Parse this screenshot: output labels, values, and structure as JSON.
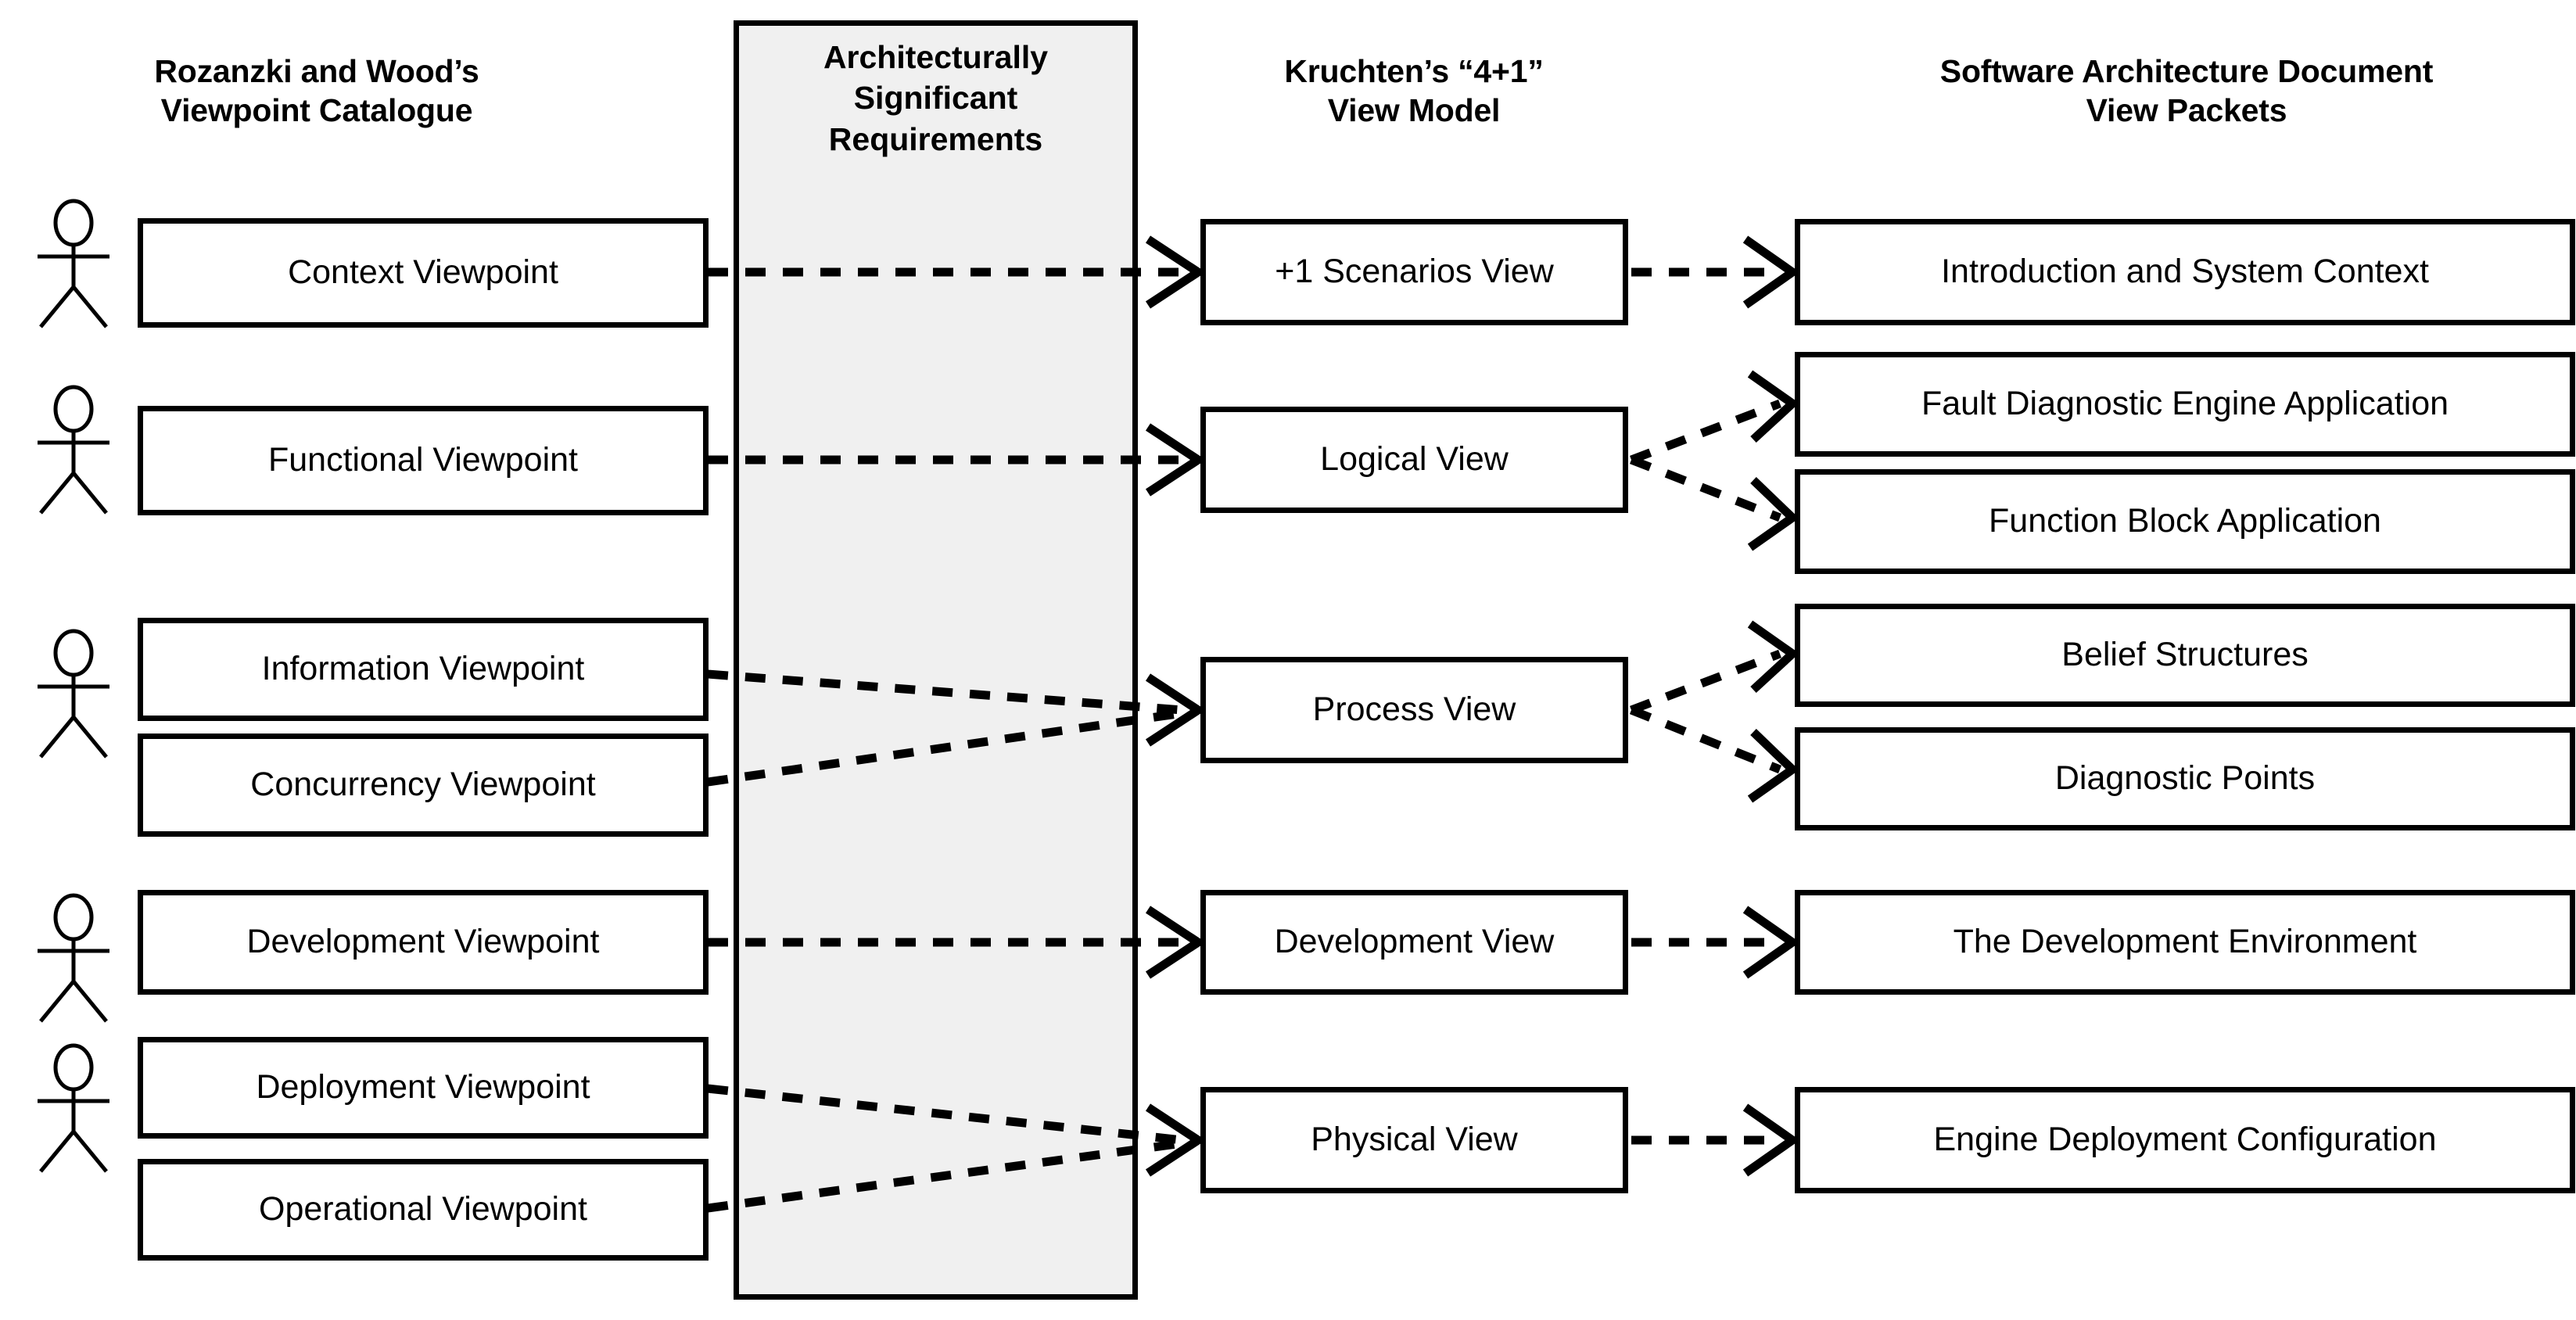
{
  "diagram": {
    "title": "Architecture viewpoint to view to document-packet traceability",
    "type": "mapping-diagram",
    "background_color": "#ffffff",
    "line_color": "#000000",
    "asr_fill_color": "#f0f0f0"
  },
  "columns": [
    {
      "id": "viewpoints",
      "header_lines": [
        "Rozanzki and Wood’s",
        "Viewpoint Catalogue"
      ]
    },
    {
      "id": "asr",
      "header_lines": [
        "Architecturally",
        "Significant",
        "Requirements"
      ]
    },
    {
      "id": "views",
      "header_lines": [
        "Kruchten’s “4+1”",
        "View Model"
      ]
    },
    {
      "id": "packets",
      "header_lines": [
        "Software Architecture Document",
        "View Packets"
      ]
    }
  ],
  "actors": [
    {
      "name": "stakeholder-actor-1"
    },
    {
      "name": "stakeholder-actor-2"
    },
    {
      "name": "stakeholder-actor-3"
    },
    {
      "name": "stakeholder-actor-4"
    },
    {
      "name": "stakeholder-actor-5"
    }
  ],
  "viewpoints": [
    {
      "id": "vp-context",
      "label": "Context Viewpoint"
    },
    {
      "id": "vp-functional",
      "label": "Functional Viewpoint"
    },
    {
      "id": "vp-information",
      "label": "Information Viewpoint"
    },
    {
      "id": "vp-concurrency",
      "label": "Concurrency Viewpoint"
    },
    {
      "id": "vp-development",
      "label": "Development Viewpoint"
    },
    {
      "id": "vp-deployment",
      "label": "Deployment Viewpoint"
    },
    {
      "id": "vp-operational",
      "label": "Operational Viewpoint"
    }
  ],
  "asr": {
    "label_lines": [
      "Architecturally",
      "Significant",
      "Requirements"
    ]
  },
  "views": [
    {
      "id": "v-scenarios",
      "label": "+1 Scenarios View"
    },
    {
      "id": "v-logical",
      "label": "Logical View"
    },
    {
      "id": "v-process",
      "label": "Process View"
    },
    {
      "id": "v-development",
      "label": "Development View"
    },
    {
      "id": "v-physical",
      "label": "Physical View"
    }
  ],
  "packets": [
    {
      "id": "pk-intro",
      "label": "Introduction and System Context"
    },
    {
      "id": "pk-fault",
      "label": "Fault Diagnostic Engine Application"
    },
    {
      "id": "pk-funcblock",
      "label": "Function Block Application"
    },
    {
      "id": "pk-belief",
      "label": "Belief Structures"
    },
    {
      "id": "pk-diagpoints",
      "label": "Diagnostic Points"
    },
    {
      "id": "pk-devenv",
      "label": "The Development Environment"
    },
    {
      "id": "pk-enginedeploy",
      "label": "Engine Deployment Configuration"
    }
  ],
  "edges": [
    {
      "from": "vp-context",
      "to": "v-scenarios",
      "style": "dashed-open-arrow"
    },
    {
      "from": "vp-functional",
      "to": "v-logical",
      "style": "dashed-open-arrow"
    },
    {
      "from": "vp-information",
      "to": "v-process",
      "style": "dashed-open-arrow"
    },
    {
      "from": "vp-concurrency",
      "to": "v-process",
      "style": "dashed-open-arrow"
    },
    {
      "from": "vp-development",
      "to": "v-development",
      "style": "dashed-open-arrow"
    },
    {
      "from": "vp-deployment",
      "to": "v-physical",
      "style": "dashed-open-arrow"
    },
    {
      "from": "vp-operational",
      "to": "v-physical",
      "style": "dashed-open-arrow"
    },
    {
      "from": "v-scenarios",
      "to": "pk-intro",
      "style": "dashed-open-arrow"
    },
    {
      "from": "v-logical",
      "to": "pk-fault",
      "style": "dashed-open-arrow"
    },
    {
      "from": "v-logical",
      "to": "pk-funcblock",
      "style": "dashed-open-arrow"
    },
    {
      "from": "v-process",
      "to": "pk-belief",
      "style": "dashed-open-arrow"
    },
    {
      "from": "v-process",
      "to": "pk-diagpoints",
      "style": "dashed-open-arrow"
    },
    {
      "from": "v-development",
      "to": "pk-devenv",
      "style": "dashed-open-arrow"
    },
    {
      "from": "v-physical",
      "to": "pk-enginedeploy",
      "style": "dashed-open-arrow"
    }
  ]
}
